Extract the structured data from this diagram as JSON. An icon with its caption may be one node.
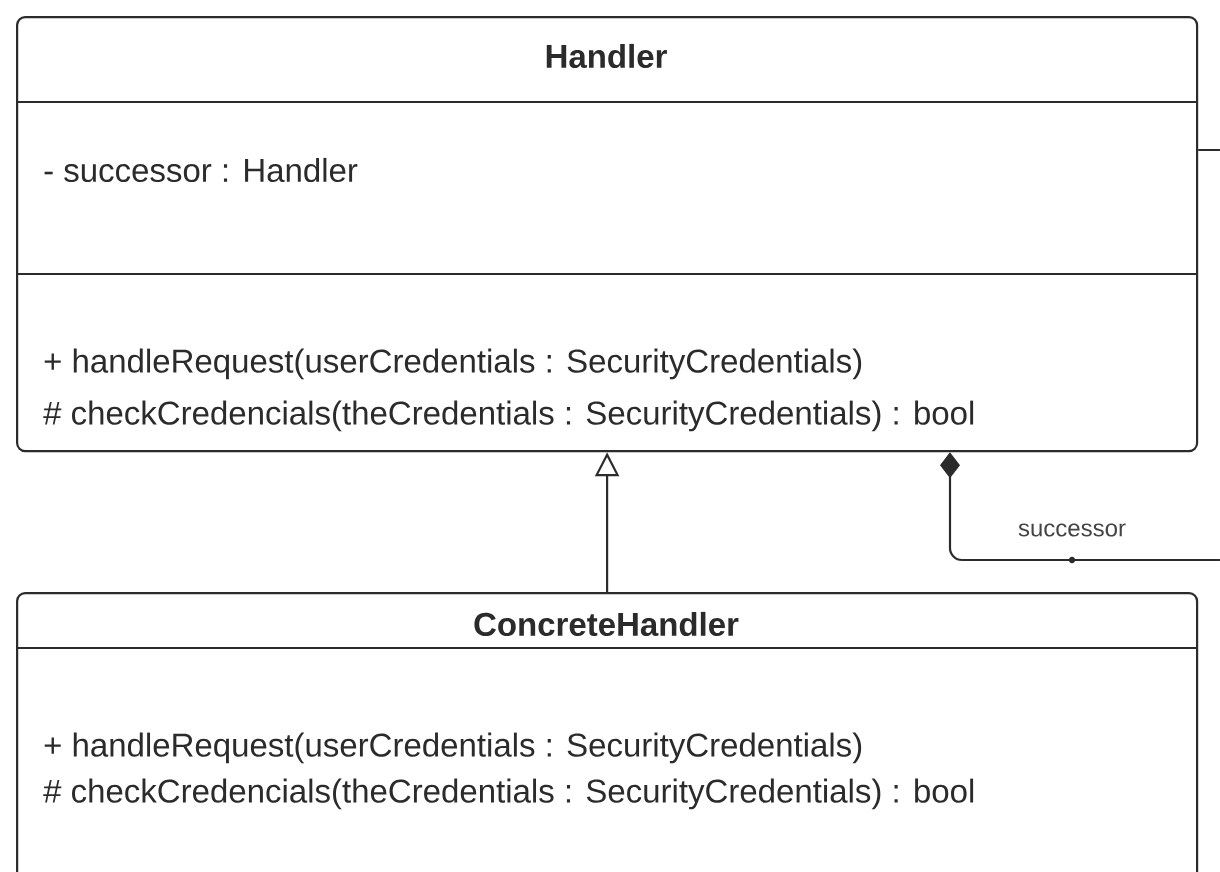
{
  "diagram": {
    "nodes": [
      {
        "text": [
          "Handler",
          "- successor : Handler",
          "+ handleRequest(userCredentials : SecurityCredentials)",
          "# checkCredencials(theCredentials : SecurityCredentials) : bool"
        ]
      },
      {
        "text": [
          "ConcreteHandler",
          "+ handleRequest(userCredentials : SecurityCredentials)",
          "# checkCredencials(theCredentials : SecurityCredentials) : bool"
        ]
      }
    ],
    "edges": [
      {
        "from": 1,
        "to": 0,
        "arrow": "to"
      },
      {
        "from": 0,
        "to": 0,
        "arrow": "other",
        "label": "successor"
      }
    ]
  }
}
